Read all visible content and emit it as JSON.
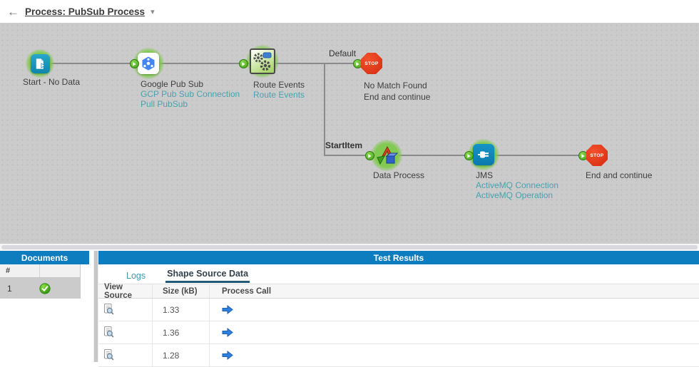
{
  "icons": {
    "back_arrow": "←",
    "caret_down": "▾"
  },
  "colors": {
    "accent_blue": "#0d7dbf",
    "teal_link": "#4aa2af",
    "stop_red": "#d32c10",
    "node_green": "#82ca52",
    "tab_underline": "#215b77"
  },
  "header": {
    "title": "Process: PubSub Process"
  },
  "canvas": {
    "stop_label": "STOP",
    "nodes": {
      "start": {
        "label": "Start - No Data"
      },
      "pubsub": {
        "label": "Google Pub Sub",
        "link1": "GCP Pub Sub Connection",
        "link2": "Pull PubSub"
      },
      "route": {
        "label": "Route Events",
        "link1": "Route Events"
      },
      "branch_default": {
        "label": "Default"
      },
      "stop_no_match": {
        "line1": "No Match Found",
        "line2": "End and continue"
      },
      "branch_startitem": {
        "label": "StartItem"
      },
      "data_process": {
        "label": "Data Process"
      },
      "jms": {
        "label": "JMS",
        "link1": "ActiveMQ Connection",
        "link2": "ActiveMQ Operation"
      },
      "stop_end": {
        "line1": "End and continue"
      }
    }
  },
  "documents": {
    "title": "Documents",
    "col_hash": "#",
    "rows": [
      {
        "num": "1",
        "status": "success"
      }
    ]
  },
  "test_results": {
    "title": "Test Results",
    "tabs": [
      {
        "label": "Logs"
      },
      {
        "label": "Shape Source Data"
      }
    ],
    "columns": [
      "View Source",
      "Size (kB)",
      "Process Call"
    ],
    "rows": [
      {
        "size": "1.33"
      },
      {
        "size": "1.36"
      },
      {
        "size": "1.28"
      }
    ]
  }
}
